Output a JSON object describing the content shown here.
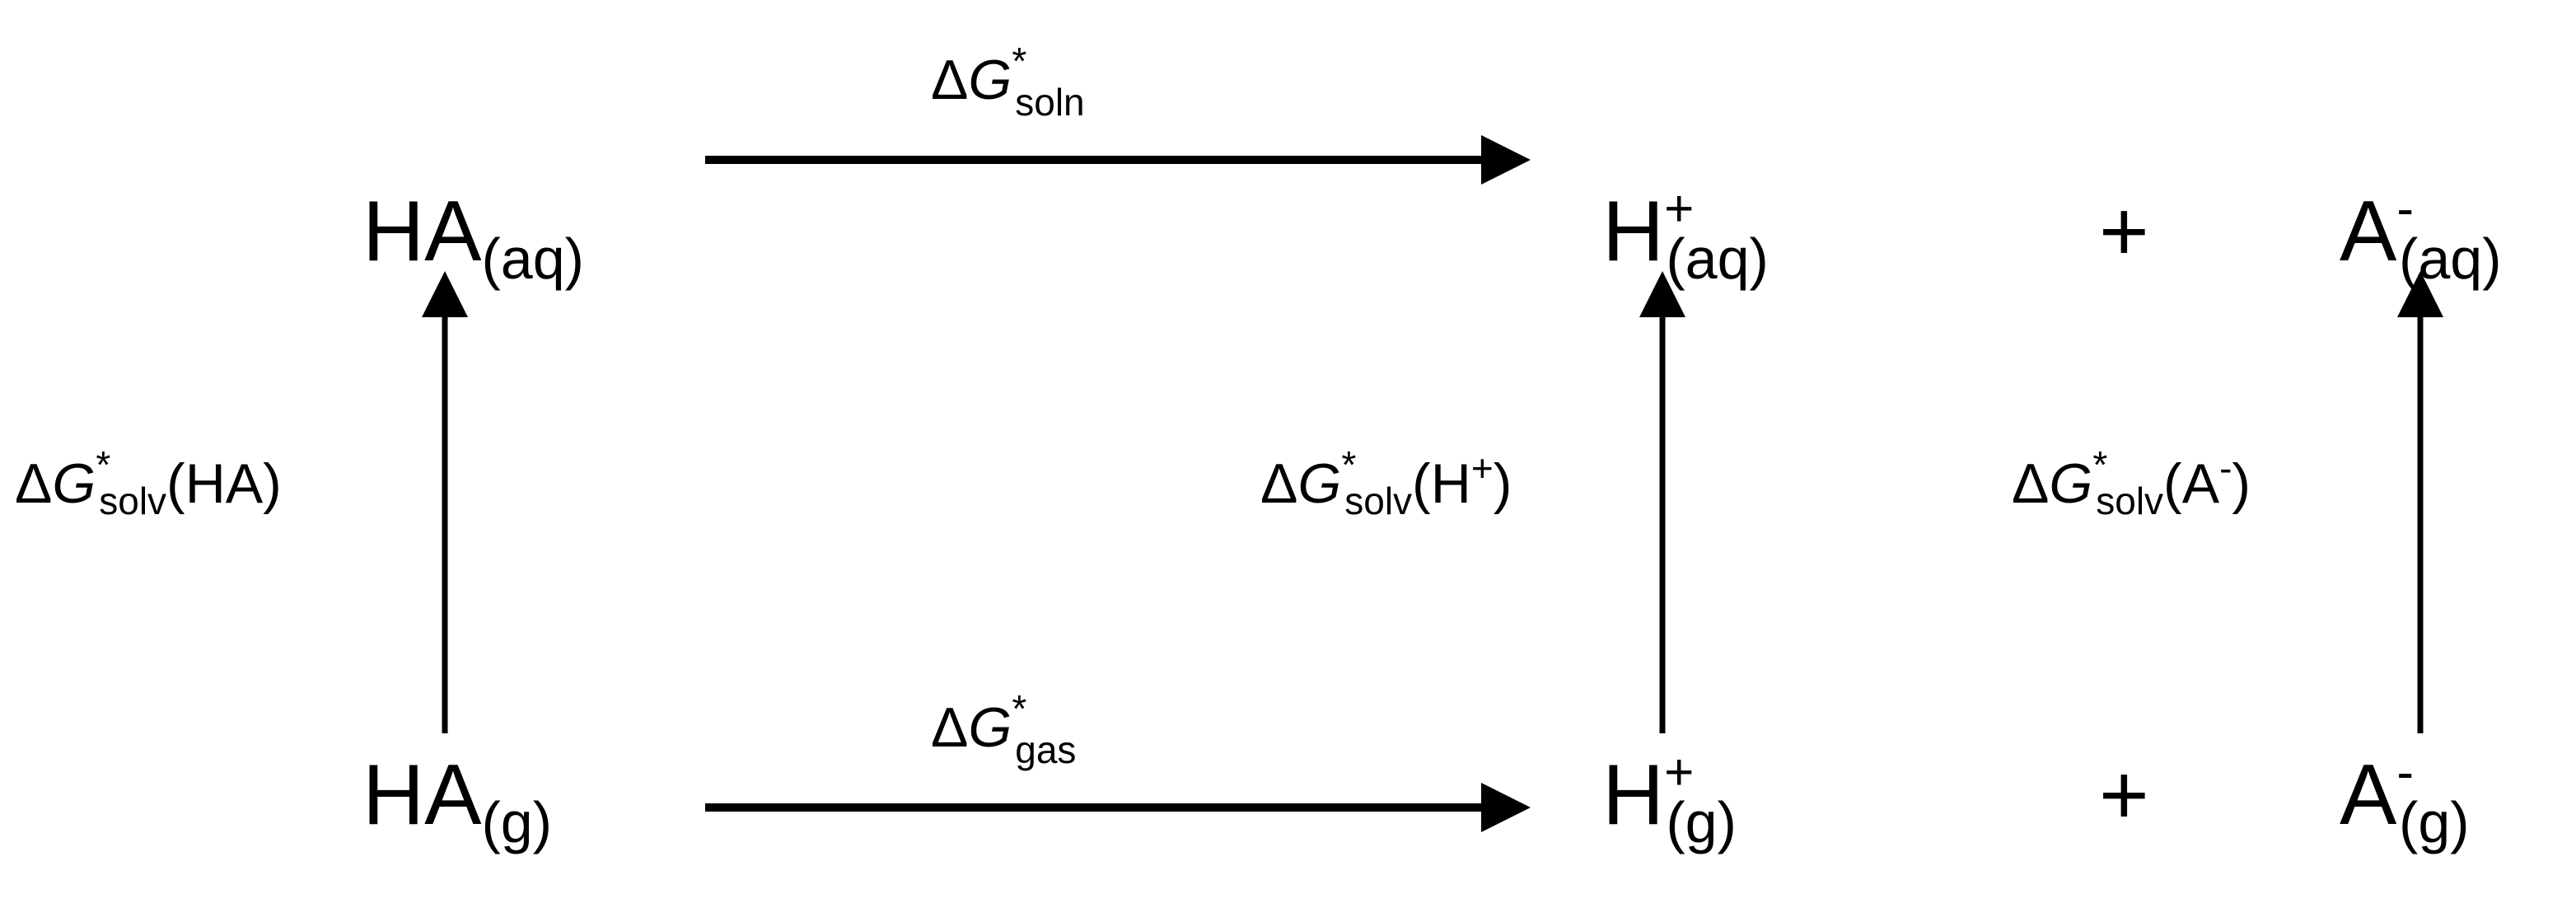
{
  "diagram": {
    "type": "thermodynamic cycle",
    "species": {
      "ha_aq": {
        "main": "HA",
        "sub": "(aq)"
      },
      "h_aq": {
        "main": "H",
        "sup": "+",
        "sub": "(aq)"
      },
      "a_aq": {
        "main": "A",
        "sup": "-",
        "sub": "(aq)"
      },
      "ha_g": {
        "main": "HA",
        "sub": "(g)"
      },
      "h_g": {
        "main": "H",
        "sup": "+",
        "sub": "(g)"
      },
      "a_g": {
        "main": "A",
        "sup": "-",
        "sub": "(g)"
      },
      "plus": "+"
    },
    "labels": {
      "soln": {
        "delta": "Δ",
        "g": "G",
        "star": "*",
        "sub": "soln"
      },
      "gas": {
        "delta": "Δ",
        "g": "G",
        "star": "*",
        "sub": "gas"
      },
      "solv_ha": {
        "delta": "Δ",
        "g": "G",
        "star": "*",
        "sub": "solv",
        "open": "(",
        "species": "HA",
        "sup": "",
        "close": ")"
      },
      "solv_h": {
        "delta": "Δ",
        "g": "G",
        "star": "*",
        "sub": "solv",
        "open": "(",
        "species": "H",
        "sup": "+",
        "close": ")"
      },
      "solv_a": {
        "delta": "Δ",
        "g": "G",
        "star": "*",
        "sub": "solv",
        "open": "(",
        "species": "A",
        "sup": "-",
        "close": ")"
      }
    },
    "colors": {
      "stroke": "#000000",
      "background": "#ffffff"
    }
  }
}
